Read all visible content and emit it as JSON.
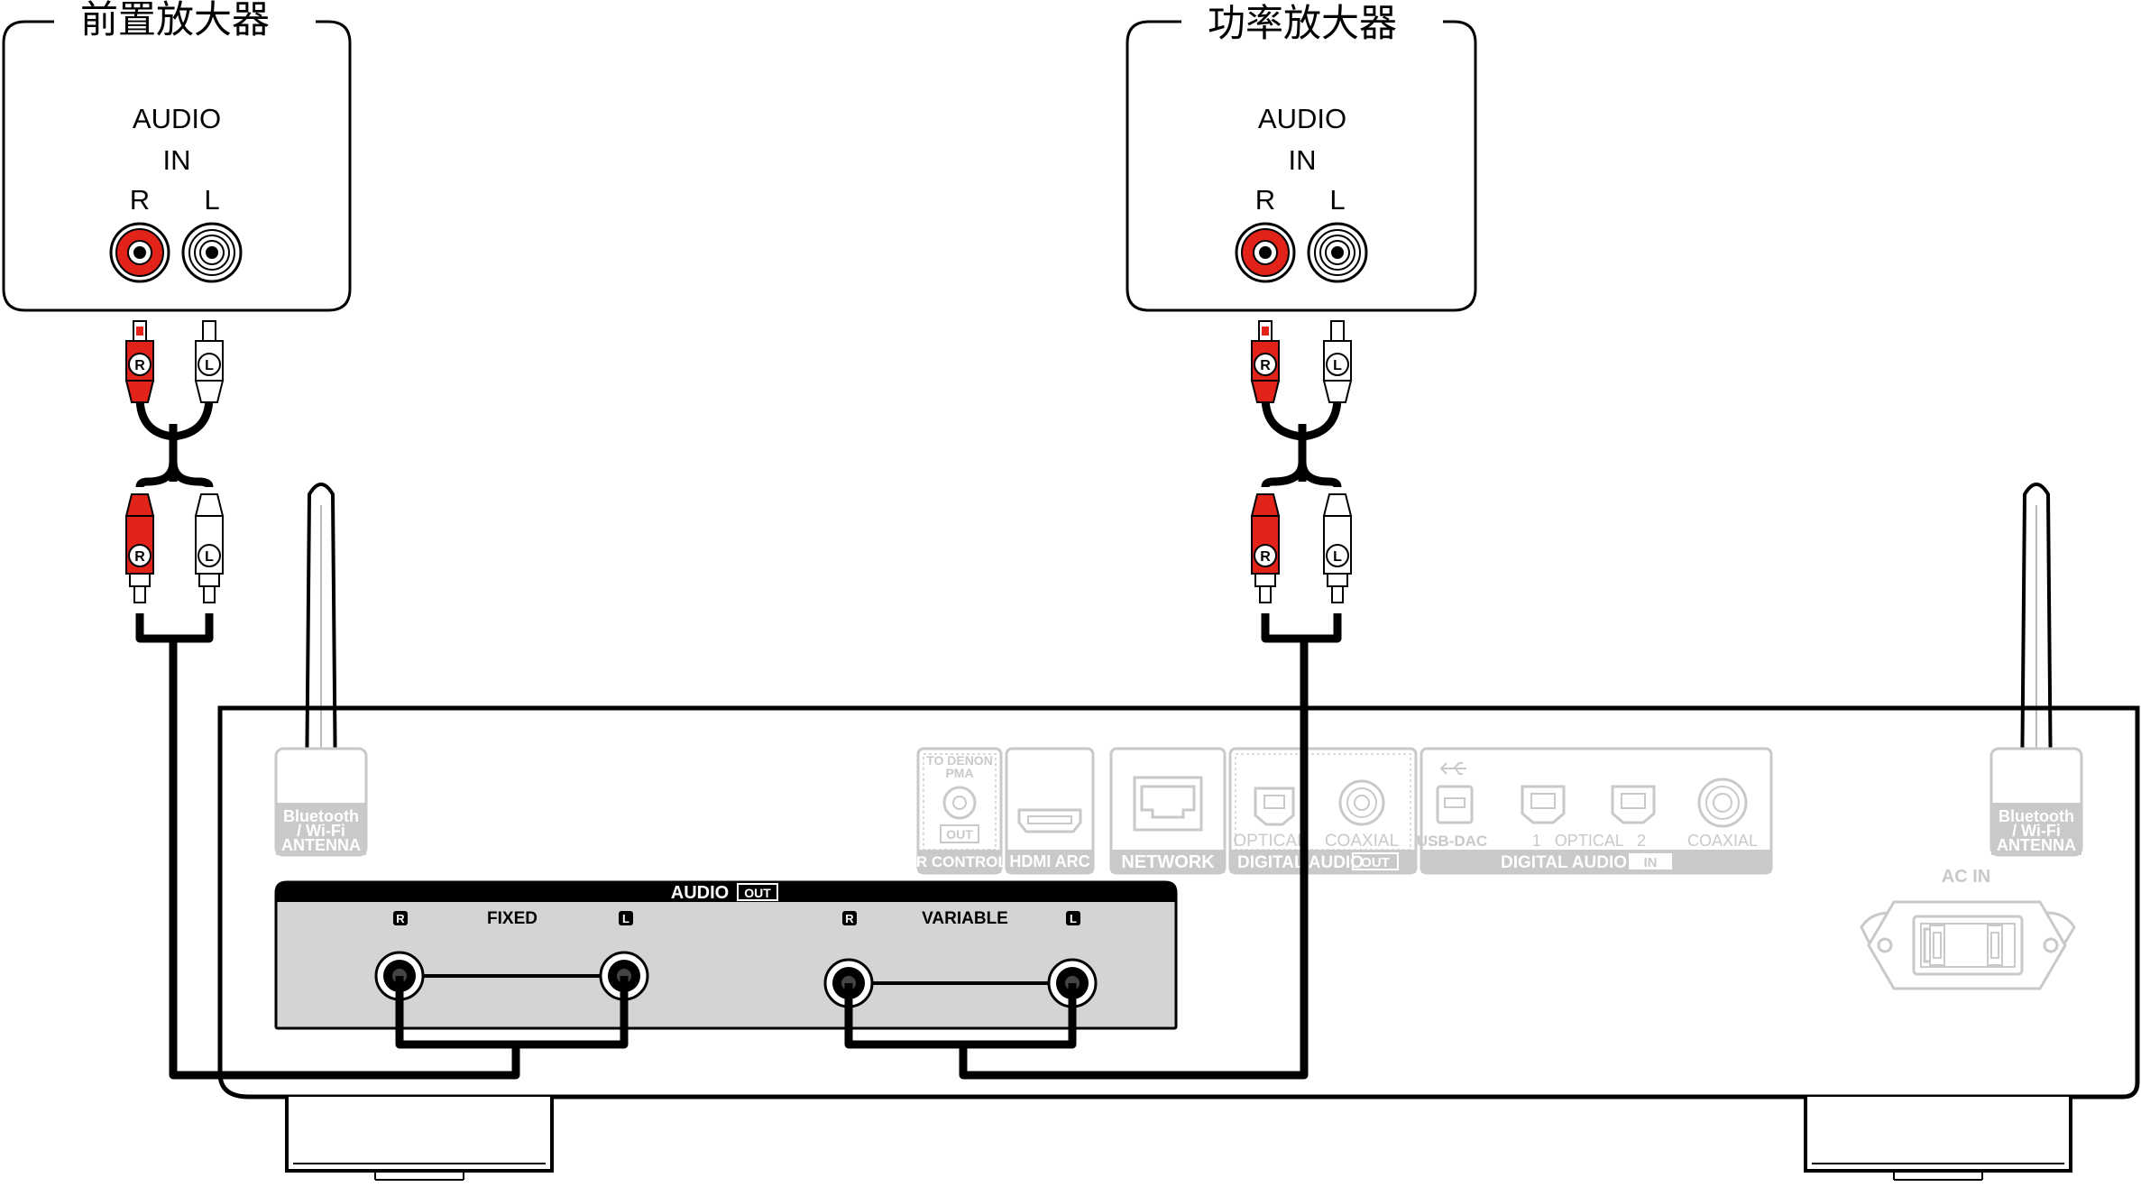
{
  "preamp": {
    "title": "前置放大器",
    "audio_label": "AUDIO",
    "in_label": "IN",
    "r_label": "R",
    "l_label": "L"
  },
  "poweramp": {
    "title": "功率放大器",
    "audio_label": "AUDIO",
    "in_label": "IN",
    "r_label": "R",
    "l_label": "L"
  },
  "plug_labels": {
    "right": "R",
    "left": "L"
  },
  "rear_panel": {
    "antenna_label_lines": [
      "Bluetooth",
      "/ Wi-Fi",
      "ANTENNA"
    ],
    "ir": {
      "to_lines": [
        "TO DENON",
        "PMA"
      ],
      "out": "OUT",
      "label": "IR CONTROL"
    },
    "hdmi": {
      "label": "HDMI ARC"
    },
    "network": {
      "label": "NETWORK"
    },
    "digital_out": {
      "optical": "OPTICAL",
      "coaxial": "COAXIAL",
      "label": "DIGITAL AUDIO",
      "out": "OUT"
    },
    "digital_in": {
      "usb": "USB-DAC",
      "optical": "1   OPTICAL   2",
      "coaxial": "COAXIAL",
      "label": "DIGITAL AUDIO",
      "in": "IN"
    },
    "ac_in": "AC IN"
  },
  "audio_out": {
    "header": "AUDIO",
    "out_badge": "OUT",
    "fixed": {
      "label": "FIXED",
      "r": "R",
      "l": "L"
    },
    "variable": {
      "label": "VARIABLE",
      "r": "R",
      "l": "L"
    }
  },
  "colors": {
    "line": "#000000",
    "panel_gray": "#d4d4d4",
    "faded_gray": "#c9c9c9",
    "red": "#e2231a",
    "white": "#ffffff"
  }
}
